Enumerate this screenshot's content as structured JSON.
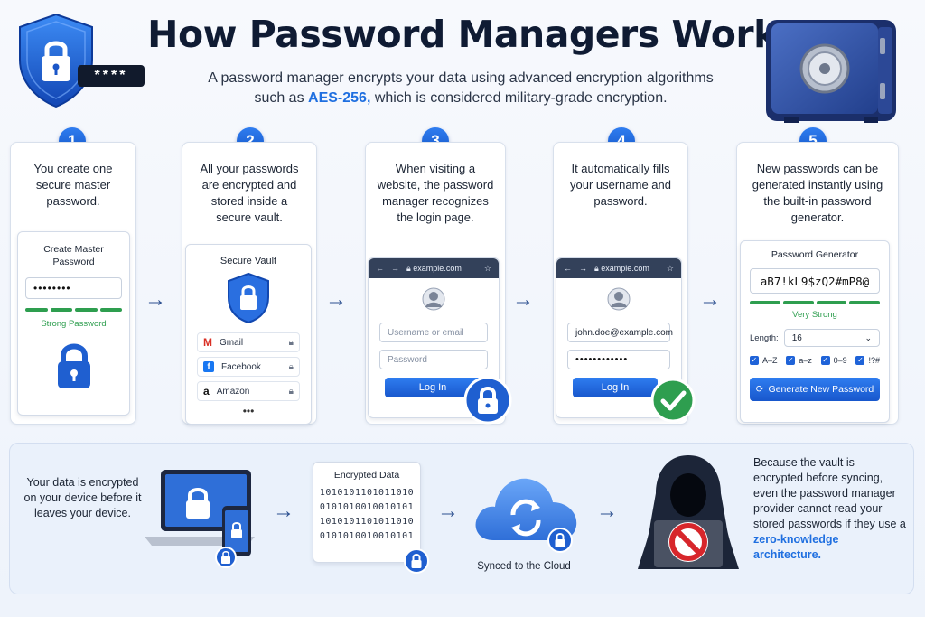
{
  "header": {
    "title": "How Password Managers Work",
    "subtitle_line1": "A password manager encrypts your data using advanced encryption algorithms",
    "subtitle_pre": "such as ",
    "subtitle_highlight": "AES-256,",
    "subtitle_post": " which is considered military-grade encryption.",
    "shield_stars": "****"
  },
  "steps": [
    {
      "number": "1",
      "description": "You create one secure master password.",
      "panel_title": "Create Master Password",
      "password_value": "••••••••",
      "strength_label": "Strong Password"
    },
    {
      "number": "2",
      "description": "All your passwords are encrypted and stored inside a secure vault.",
      "panel_title": "Secure Vault",
      "vault_items": [
        "Gmail",
        "Facebook",
        "Amazon"
      ],
      "more": "•••"
    },
    {
      "number": "3",
      "description": "When visiting a website, the password manager recognizes the login page.",
      "url": "example.com",
      "username_placeholder": "Username or email",
      "password_placeholder": "Password",
      "login_label": "Log In"
    },
    {
      "number": "4",
      "description": "It automatically fills your username and password.",
      "url": "example.com",
      "username_value": "john.doe@example.com",
      "password_value": "••••••••••••",
      "login_label": "Log In"
    },
    {
      "number": "5",
      "description": "New passwords can be generated instantly using the built-in password generator.",
      "panel_title": "Password Generator",
      "generated": "aB7!kL9$zQ2#mP8@",
      "strength_label": "Very Strong",
      "length_label": "Length:",
      "length_value": "16",
      "options": [
        "A–Z",
        "a–z",
        "0–9",
        "!?#"
      ],
      "generate_label": "Generate New Password"
    }
  ],
  "bottom": {
    "device_text": "Your data is encrypted on your device before it leaves your device.",
    "encrypted_title": "Encrypted Data",
    "binary_lines": [
      "1010101101011010",
      "0101010010010101",
      "1010101101011010",
      "0101010010010101"
    ],
    "cloud_label": "Synced to the Cloud",
    "zk_text": "Because the vault is encrypted before syncing, even the password manager provider cannot read your stored passwords if they use a",
    "zk_link": "zero-knowledge architecture."
  },
  "colors": {
    "accent": "#1f6fe0",
    "strength": "#2e9e4f",
    "dark_navy": "#0f1b33"
  }
}
